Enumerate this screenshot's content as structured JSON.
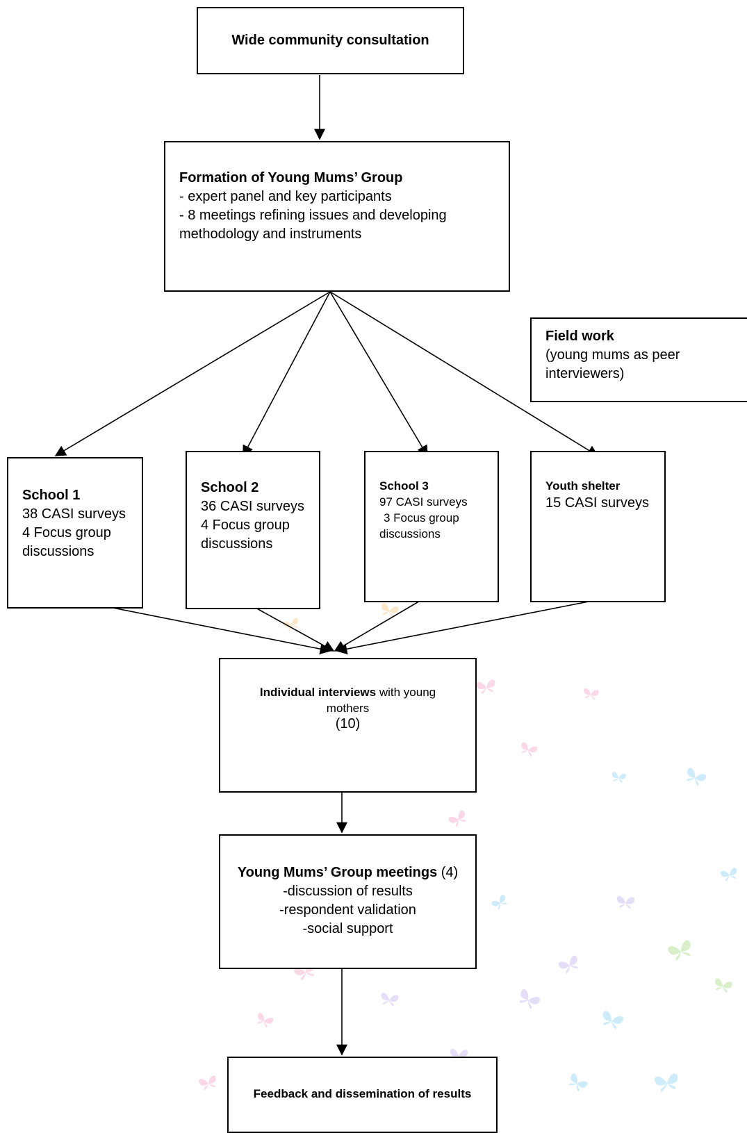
{
  "diagram": {
    "wide_consultation": "Wide community consultation",
    "formation": {
      "title": "Formation of Young Mums’ Group",
      "line1": "- expert panel and key participants",
      "line2": "- 8 meetings refining issues and developing",
      "line3": "methodology and instruments"
    },
    "field_work": {
      "title": "Field work",
      "line1": "(young mums as peer",
      "line2": "interviewers)"
    },
    "school1": {
      "title": "School 1",
      "line1": "38 CASI surveys",
      "line2": "4 Focus group",
      "line3": "discussions"
    },
    "school2": {
      "title": "School 2",
      "line1": "36 CASI surveys",
      "line2": "4 Focus group",
      "line3": "discussions"
    },
    "school3": {
      "title": "School 3",
      "line1": "97 CASI surveys",
      "line2": "3 Focus group",
      "line3": "discussions"
    },
    "youth_shelter": {
      "title": "Youth shelter",
      "line1": "15 CASI surveys"
    },
    "individual": {
      "title_bold": "Individual interviews",
      "title_rest": " with young",
      "line2": "mothers",
      "line3": "(10)"
    },
    "ymg_meetings": {
      "title_bold": "Young Mums’ Group meetings",
      "title_rest": " (4)",
      "line1": "-discussion of results",
      "line2": "-respondent validation",
      "line3": "-social support"
    },
    "feedback": "Feedback and dissemination of results"
  },
  "colors": {
    "stroke": "#000000",
    "background": "#ffffff",
    "butterfly_pink": "#f4a9c8",
    "butterfly_orange": "#f8c98a",
    "butterfly_blue": "#8fd3f0",
    "butterfly_green": "#a8dc86",
    "butterfly_purple": "#c6b5ec"
  }
}
